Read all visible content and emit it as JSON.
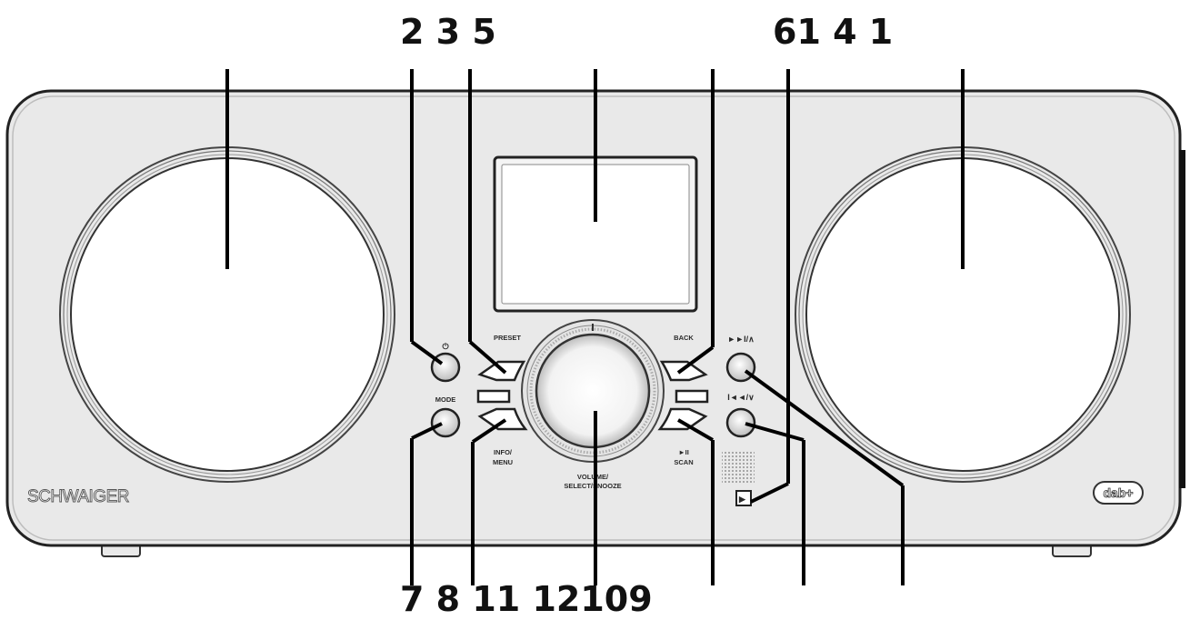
{
  "callouts": {
    "top_left": "2 3 5",
    "top_right": "61 4 1",
    "bottom_left": "7 8 11 12109"
  },
  "device": {
    "brand": "SCHWAIGER",
    "dab_logo": "dab+",
    "power_symbol": "⏻",
    "labels": {
      "mode": "MODE",
      "preset": "PRESET",
      "info_menu_line1": "INFO/",
      "info_menu_line2": "MENU",
      "volume_line1": "VOLUME/",
      "volume_line2": "SELECT/SNOOZE",
      "back": "BACK",
      "play_scan_line1": "►II",
      "play_scan_line2": "SCAN",
      "next_up": "►►I/∧",
      "prev_down": "I◄◄/∨",
      "play_box": "▶"
    }
  },
  "colors": {
    "body": "#e9e9e9",
    "outline": "#222222",
    "leader": "#000000",
    "speaker": "#ffffff"
  }
}
